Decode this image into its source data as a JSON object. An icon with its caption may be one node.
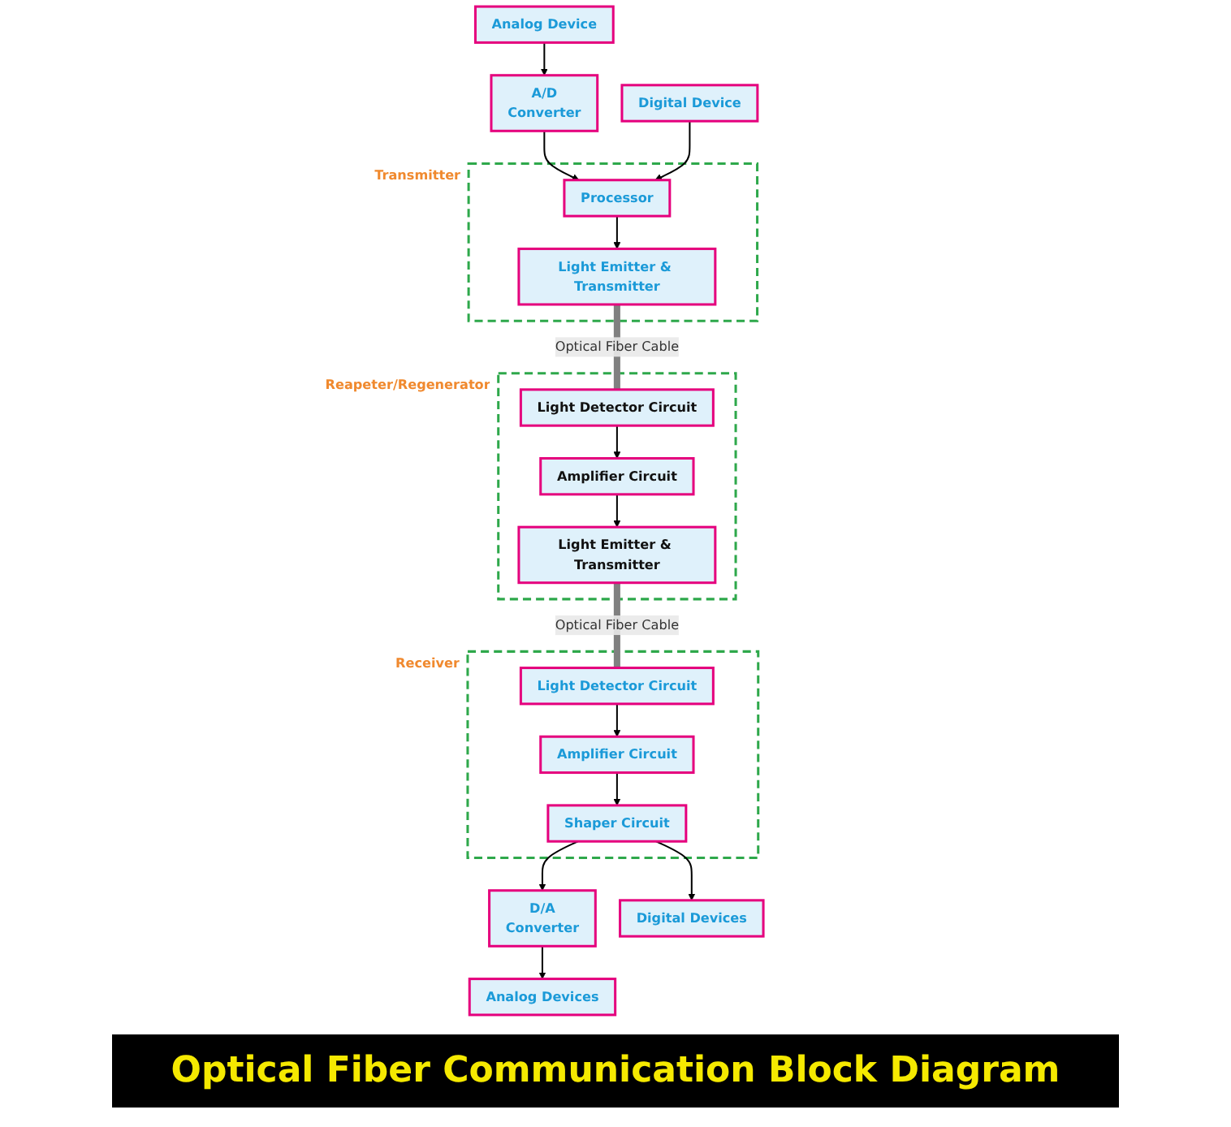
{
  "diagram": {
    "title": "Optical Fiber Communication Block Diagram",
    "nodes": [
      {
        "text": [
          "Transmitter"
        ]
      },
      {
        "text": [
          "Analog Device"
        ]
      },
      {
        "text": [
          "A/D",
          "Converter"
        ]
      },
      {
        "text": [
          "Digital Device"
        ]
      },
      {
        "text": [
          "Processor"
        ],
        "in": 0
      },
      {
        "text": [
          "Light Emitter & Transmitter"
        ],
        "in": 0
      },
      {
        "text": [
          "Reapeter/Regenerator"
        ]
      },
      {
        "text": [
          "Light Detector Circuit"
        ],
        "in": 6
      },
      {
        "text": [
          "Amplifier Circuit"
        ],
        "in": 6
      },
      {
        "text": [
          "Light Emitter & Transmitter"
        ],
        "in": 6
      },
      {
        "text": [
          "Receiver"
        ]
      },
      {
        "text": [
          "Light Detector Circuit"
        ],
        "in": 10
      },
      {
        "text": [
          "Amplifier Circuit"
        ],
        "in": 10
      },
      {
        "text": [
          "Shaper Circuit"
        ],
        "in": 10
      },
      {
        "text": [
          "D/A",
          "Converter"
        ]
      },
      {
        "text": [
          "Analog Devices"
        ]
      },
      {
        "text": [
          "Digital Devices"
        ]
      }
    ],
    "edges": [
      {
        "from": 1,
        "to": 2,
        "arrow": "to"
      },
      {
        "from": 2,
        "to": 4,
        "arrow": "to"
      },
      {
        "from": 3,
        "to": 4,
        "arrow": "to"
      },
      {
        "from": 4,
        "to": 5,
        "arrow": "to"
      },
      {
        "from": 5,
        "to": 7,
        "arrow": "none",
        "label": "Optical Fiber Cable",
        "style": "thick",
        "color": "#808080"
      },
      {
        "from": 7,
        "to": 8,
        "arrow": "to"
      },
      {
        "from": 8,
        "to": 9,
        "arrow": "to"
      },
      {
        "from": 9,
        "to": 11,
        "arrow": "none",
        "label": "Optical Fiber Cable",
        "style": "thick",
        "color": "#808080"
      },
      {
        "from": 11,
        "to": 12,
        "arrow": "to"
      },
      {
        "from": 12,
        "to": 13,
        "arrow": "to"
      },
      {
        "from": 13,
        "to": 14,
        "arrow": "to"
      },
      {
        "from": 14,
        "to": 15,
        "arrow": "to"
      },
      {
        "from": 13,
        "to": 16,
        "arrow": "to"
      }
    ]
  }
}
